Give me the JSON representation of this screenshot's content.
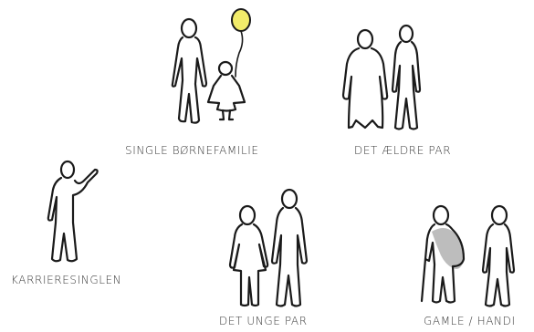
{
  "groups": [
    {
      "id": "single-boernefamilie",
      "label": "SINGLE BØRNEFAMILIE",
      "balloon_color": "#f2ec6a"
    },
    {
      "id": "det-aeldre-par",
      "label": "DET ÆLDRE PAR"
    },
    {
      "id": "karrieresinglen",
      "label": "KARRIERESINGLEN"
    },
    {
      "id": "det-unge-par",
      "label": "DET UNGE PAR"
    },
    {
      "id": "gamle-handi",
      "label": "GAMLE / HANDI",
      "shawl_color": "#bdbdbd"
    }
  ]
}
